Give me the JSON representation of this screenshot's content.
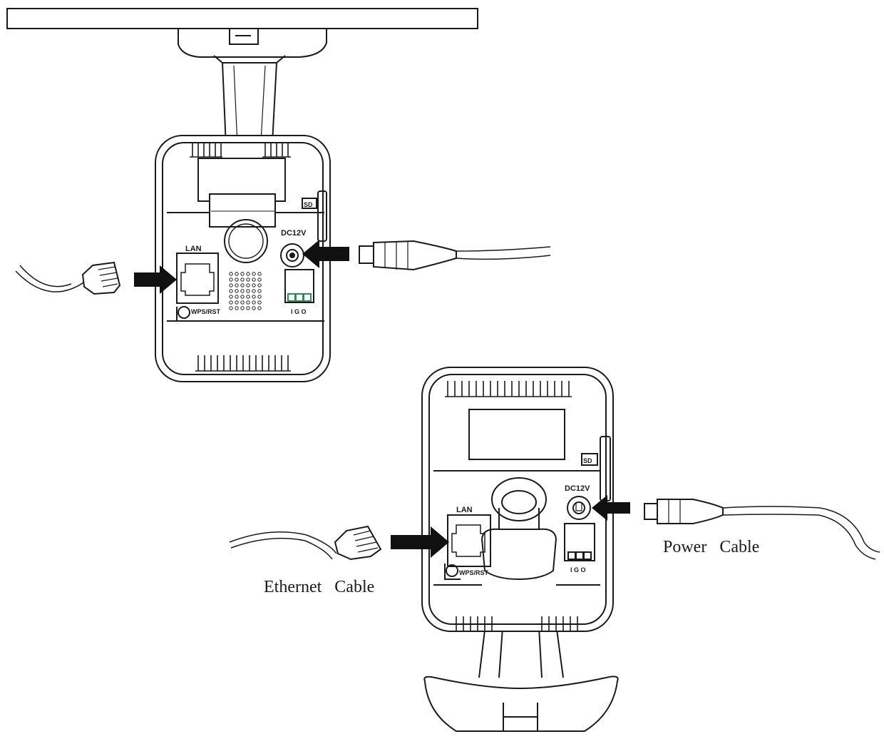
{
  "diagram": {
    "top_camera": {
      "sd_label": "SD",
      "dc_label": "DC12V",
      "lan_label": "LAN",
      "wps_label": "WPS/RST",
      "io_label": "I G O"
    },
    "bottom_camera": {
      "sd_label": "SD",
      "dc_label": "DC12V",
      "lan_label": "LAN",
      "wps_label": "WPS/RST",
      "io_label": "I G O"
    },
    "captions": {
      "ethernet": "Ethernet   Cable",
      "power": "Power   Cable"
    },
    "colors": {
      "line": "#1a1a1a",
      "arrow": "#111111",
      "terminal": "#2e8b57"
    }
  }
}
